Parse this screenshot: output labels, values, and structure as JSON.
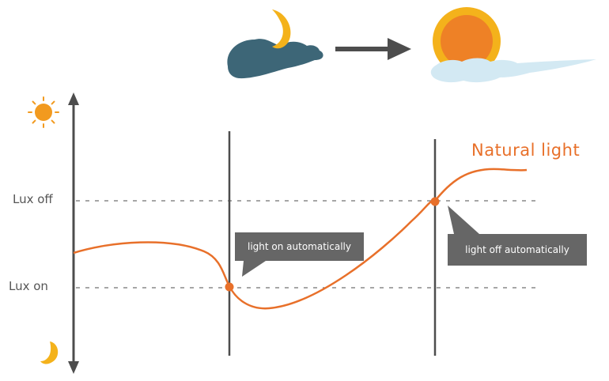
{
  "labels": {
    "lux_off": "Lux off",
    "lux_on": "Lux on",
    "natural_light": "Natural light",
    "callout_on": "light on automatically",
    "callout_off": "light off automatically"
  },
  "colors": {
    "accent": "#e8702a",
    "axis": "#4d4d4d",
    "dashed": "#707070",
    "callout_bg": "#666666",
    "sun": "#f29a1f",
    "moon": "#f4b21b",
    "night_cloud": "#3d6677",
    "day_cloud": "#d3e9f3",
    "sunrise_ring": "#f4b21b",
    "sunrise_core": "#ee8126"
  },
  "icons": [
    "sun-icon",
    "moon-icon",
    "night-cloud-icon",
    "arrow-right-icon",
    "sunrise-icon"
  ]
}
